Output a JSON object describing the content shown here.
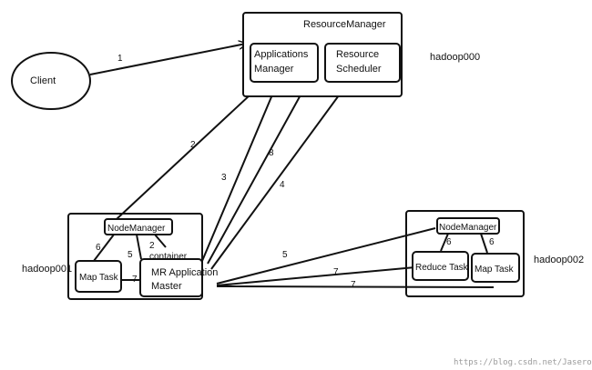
{
  "client": {
    "label": "Client"
  },
  "resource_manager": {
    "title": "ResourceManager",
    "host": "hadoop000",
    "applications_manager": [
      "Applications",
      "Manager"
    ],
    "resource_scheduler": [
      "Resource",
      "Scheduler"
    ]
  },
  "node_hadoop001": {
    "host": "hadoop001",
    "node_manager": "NodeManager",
    "container": "container",
    "map_task": "Map Task",
    "mr_app_master": [
      "MR Application",
      "Master"
    ]
  },
  "node_hadoop002": {
    "host": "hadoop002",
    "node_manager": "NodeManager",
    "reduce_task": "Reduce Task",
    "map_task": "Map Task"
  },
  "steps": {
    "s1": "1",
    "s2": "2",
    "s3": "3",
    "s4": "4",
    "s5_left": "5",
    "s5_right": "5",
    "s6_left": "6",
    "s2_local": "2",
    "s6_a": "6",
    "s6_b": "6",
    "s7_left": "7",
    "s7_a": "7",
    "s7_b": "7",
    "s8": "8"
  },
  "watermark": "https://blog.csdn.net/Jaserok",
  "colors": {
    "stroke": "#111111",
    "background": "#ffffff",
    "watermark": "#9a9a9a"
  }
}
